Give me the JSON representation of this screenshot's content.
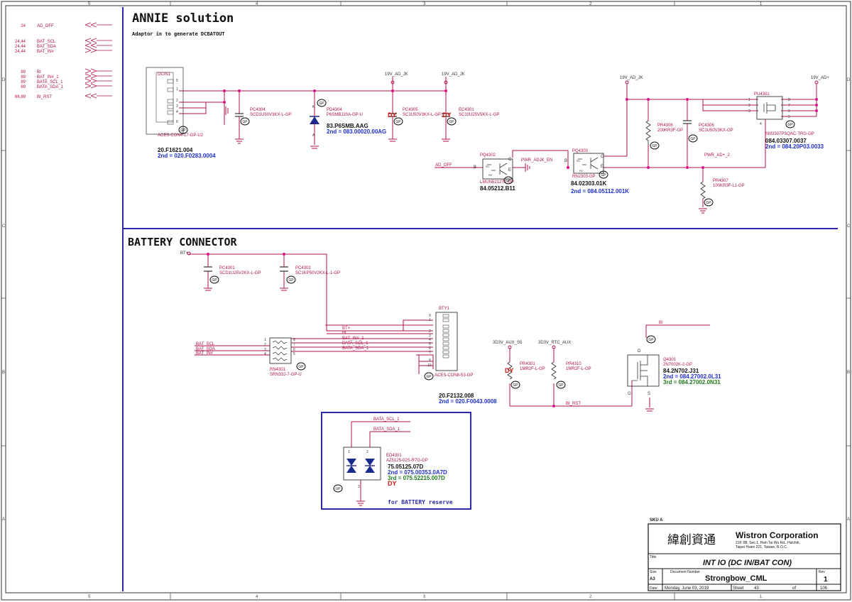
{
  "frame": {
    "col_labels": [
      "5",
      "4",
      "3",
      "2",
      "1"
    ],
    "row_labels": [
      "D",
      "C",
      "B",
      "A"
    ]
  },
  "offpage": [
    {
      "ref": "24",
      "name": "AD_OFF"
    },
    {
      "ref": "24,44",
      "name": "BAT_SCL"
    },
    {
      "ref": "24,44",
      "name": "BAT_SDA"
    },
    {
      "ref": "24,44",
      "name": "BAT_IN#"
    },
    {
      "ref": "89",
      "name": "BI"
    },
    {
      "ref": "89",
      "name": "BAT_IN#_1"
    },
    {
      "ref": "89",
      "name": "BATA_SCL_1"
    },
    {
      "ref": "89",
      "name": "BATA_SDA_1"
    },
    {
      "ref": "66,89",
      "name": "BI_RST"
    }
  ],
  "annie": {
    "title": "ANNIE solution",
    "subtitle": "Adaptor in to generate DCBATOUT",
    "dcin1": {
      "ref": "DCIN1",
      "part": "ACES-CON4-17-GP-U2",
      "pn": "20.F1621.004",
      "alt": "2nd = 020.F0283.0004",
      "pins": [
        "5",
        "1",
        "2",
        "3",
        "4",
        "6"
      ]
    },
    "pc4304": {
      "ref": "PC4304",
      "val": "SCD1U50V3KX-L-GP"
    },
    "pd4304": {
      "ref": "PD4304",
      "val": "P6SMBJ20A-GP-U",
      "pn": "83.P6SMB.AAG",
      "alt": "2nd = 083.00020.00AG",
      "pin_k": "K",
      "pin_a": "A"
    },
    "pc4305": {
      "ref": "PC4305",
      "val": "SC1U50V3KX-L-GP",
      "net": "19V_AD_JK",
      "dy": "DY"
    },
    "ec4301": {
      "ref": "EC4301",
      "val": "SC10U25V5KX-L-GP",
      "net": "19V_AD_JK",
      "dy": "DY"
    },
    "net_19v_ad_jk": "19V_AD_JK",
    "net_19v_ad_plus": "19V_AD+",
    "pr4306": {
      "ref": "PR4306",
      "val": "200KR3F-GP"
    },
    "pc4306": {
      "ref": "PC4306",
      "val": "SC1U50V3KX-GP"
    },
    "pu4301": {
      "ref": "PU4301",
      "part": "SM3307PSQAC-TRG-GP",
      "pn": "084.03307.0037",
      "alt": "2nd = 084.20P03.0033",
      "pins": [
        "1",
        "2",
        "3",
        "4",
        "8",
        "7",
        "6",
        "5"
      ]
    },
    "pq4302": {
      "ref": "PQ4302",
      "part": "LMUN5212T1-GP",
      "pn": "84.05212.B11"
    },
    "pq4303": {
      "ref": "PQ4303",
      "part": "RN2303-GP",
      "pn": "84.02303.01K",
      "alt": "2nd = 084.05112.001K"
    },
    "pr4307": {
      "ref": "PR4307",
      "val": "100KR3F-L1-GP"
    },
    "net_ad_off": "AD_OFF",
    "net_pwr_adjk_en": "PWR_ADJK_EN",
    "net_pwr_ad_plus2": "PWR_AD+_2",
    "pin_b": "B",
    "pin_c": "C",
    "pin_e": "E",
    "r1": "R1",
    "r2": "R2"
  },
  "battery": {
    "title": "BATTERY CONNECTOR",
    "net_bt": "BT+",
    "pc4301": {
      "ref": "PC4301",
      "val": "SCD1U25V2KX-L-GP"
    },
    "pc4302": {
      "ref": "PC4302",
      "val": "SC1KP50V2KX-L-1-GP"
    },
    "rn4301": {
      "ref": "RN4301",
      "part": "SRN33J-7-GP-U"
    },
    "bty1": {
      "ref": "BTY1",
      "part": "ACES-CON8-53-GP",
      "pn": "20.F2132.008",
      "alt": "2nd = 020.F0043.0008"
    },
    "bty_nets": [
      "BT+",
      "BI",
      "BAT_IN#_1",
      "BATA_SCL_1",
      "BATA_SDA_1"
    ],
    "left_nets": [
      "BAT_SCL",
      "BAT_SDA",
      "BAT_IN#"
    ],
    "pr4301": {
      "ref": "PR4301",
      "val": "1MR2F-L-GP",
      "net": "3D3V_AUX_S5",
      "dy": "DY"
    },
    "pr4310": {
      "ref": "PR4310",
      "val": "1MR2F-L-GP",
      "net": "3D3V_RTC_AUX"
    },
    "q4301": {
      "ref": "Q4301",
      "part": "2N7002K-2-GP",
      "pn": "84.2N702.J31",
      "alt2": "2nd = 084.27002.0L31",
      "alt3": "3rd = 084.27002.0N31"
    },
    "net_bi": "BI",
    "net_bi_rst": "BI_RST",
    "pin_d": "D",
    "pin_g": "G",
    "pin_s": "S"
  },
  "reserve": {
    "ed4301": {
      "ref": "ED4301",
      "part": "AZ5125-02S-R7G-GP",
      "pn": "75.05125.07D",
      "alt2": "2nd = 075.00353.0A7D",
      "alt3": "3rd = 075.52215.007D",
      "dy": "DY"
    },
    "nets": [
      "BATA_SCL_1",
      "BATA_SDA_1"
    ],
    "caption": "for BATTERY reserve"
  },
  "title_block": {
    "sku": "SKU A",
    "logo_text": "緯創資通",
    "company": "Wistron Corporation",
    "addr1": "21F, 88, Sec.1, Hsin Tai Wu Rd., Hsichih,",
    "addr2": "Taipei Hsien 221, Taiwan, R.O.C.",
    "title_label": "Title",
    "title": "INT IO (DC IN/BAT CON)",
    "size_label": "Size",
    "size": "A3",
    "doc_label": "Document Number",
    "doc": "Strongbow_CML",
    "rev_label": "Rev",
    "rev": "1",
    "date_label": "Date:",
    "date": "Monday, June 03, 2019",
    "sheet_label": "Sheet",
    "sheet": "43",
    "of": "of",
    "total": "106"
  },
  "colors": {
    "frame": "#2a2aa8",
    "wire": "#b0124e",
    "text": "#b0124e",
    "part": "#1a1a1a",
    "pn_alt": "#1f2fd0",
    "green": "#1e7a1e",
    "dy": "#d81616",
    "junction": "#d4148a"
  }
}
